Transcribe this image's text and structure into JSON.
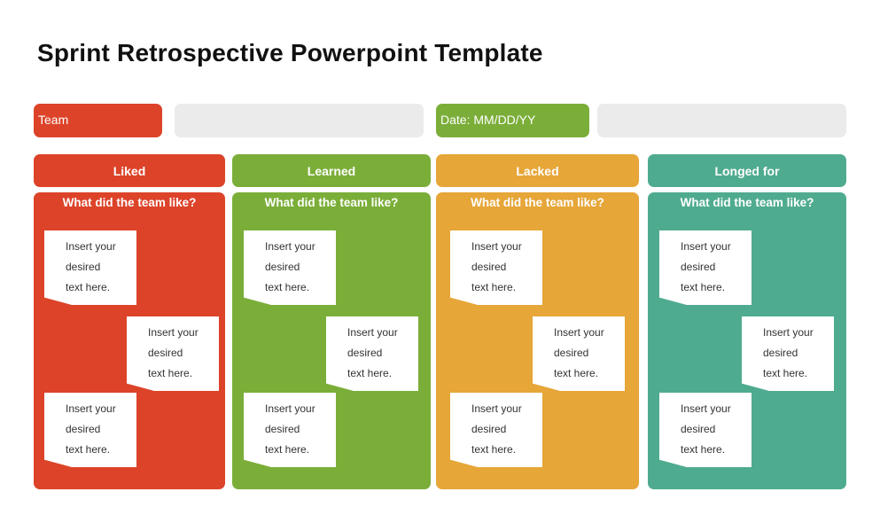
{
  "title": "Sprint Retrospective Powerpoint Template",
  "header": {
    "team_label": "Team",
    "team_value": "",
    "date_label": "Date: MM/DD/YY",
    "date_value": ""
  },
  "colors": {
    "red": "#dc4329",
    "green": "#7bae39",
    "orange": "#e6a638",
    "teal": "#4fab8f",
    "field": "#ebebeb"
  },
  "columns": [
    {
      "label": "Liked",
      "question": "What did the team like?",
      "notes": [
        [
          "Insert your",
          "desired",
          "text here."
        ],
        [
          "Insert your",
          "desired",
          "text here."
        ],
        [
          "Insert your",
          "desired",
          "text here."
        ]
      ]
    },
    {
      "label": "Learned",
      "question": "What did the team like?",
      "notes": [
        [
          "Insert your",
          "desired",
          "text here."
        ],
        [
          "Insert your",
          "desired",
          "text here."
        ],
        [
          "Insert your",
          "desired",
          "text here."
        ]
      ]
    },
    {
      "label": "Lacked",
      "question": "What did the team like?",
      "notes": [
        [
          "Insert your",
          "desired",
          "text here."
        ],
        [
          "Insert your",
          "desired",
          "text here."
        ],
        [
          "Insert your",
          "desired",
          "text here."
        ]
      ]
    },
    {
      "label": "Longed for",
      "question": "What did the team like?",
      "notes": [
        [
          "Insert your",
          "desired",
          "text here."
        ],
        [
          "Insert your",
          "desired",
          "text here."
        ],
        [
          "Insert your",
          "desired",
          "text here."
        ]
      ]
    }
  ]
}
